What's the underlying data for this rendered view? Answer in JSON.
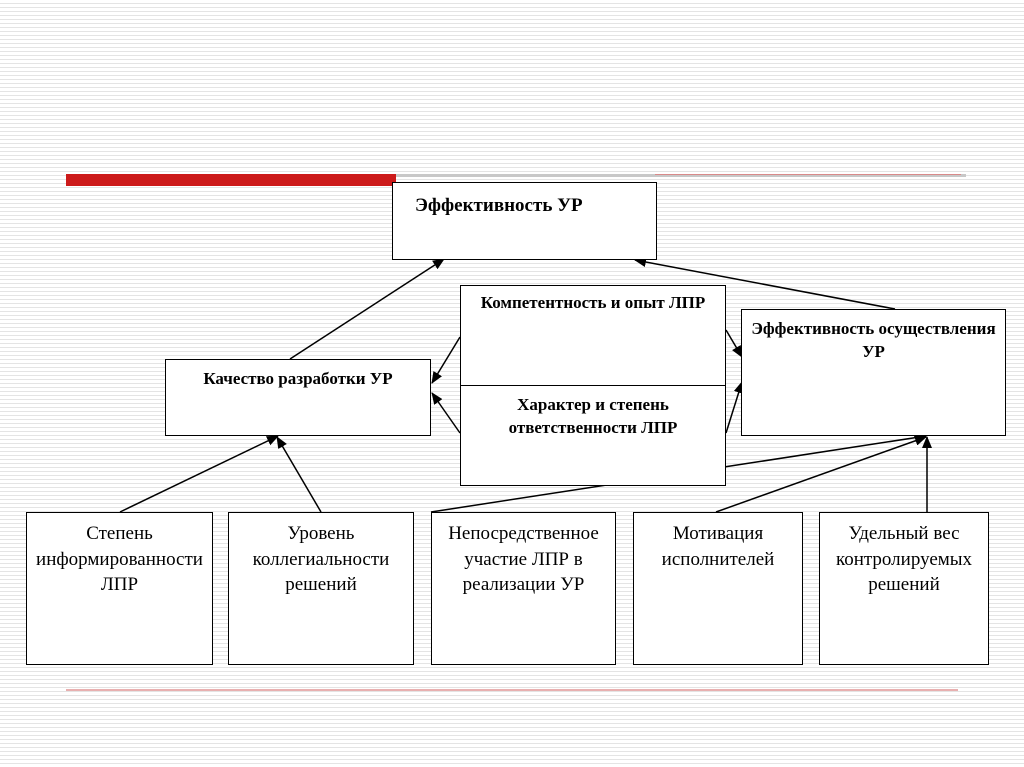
{
  "diagram": {
    "top": {
      "label": "Эффективность УР"
    },
    "middle": {
      "competence": "Компетентность и опыт ЛПР",
      "responsibility": "Характер и степень ответственности ЛПР"
    },
    "quality": {
      "label": "Качество разработки УР"
    },
    "implementation": {
      "label": "Эффективность осуществления УР"
    },
    "factors": [
      {
        "label": "Степень информированности ЛПР"
      },
      {
        "label": "Уровень коллегиальности решений"
      },
      {
        "label": "Непосредственное участие ЛПР в реализации УР"
      },
      {
        "label": "Мотивация исполнителей"
      },
      {
        "label": "Удельный вес контролируемых решений"
      }
    ]
  },
  "theme": {
    "accent": "#cc1a1a",
    "line": "#000000"
  }
}
